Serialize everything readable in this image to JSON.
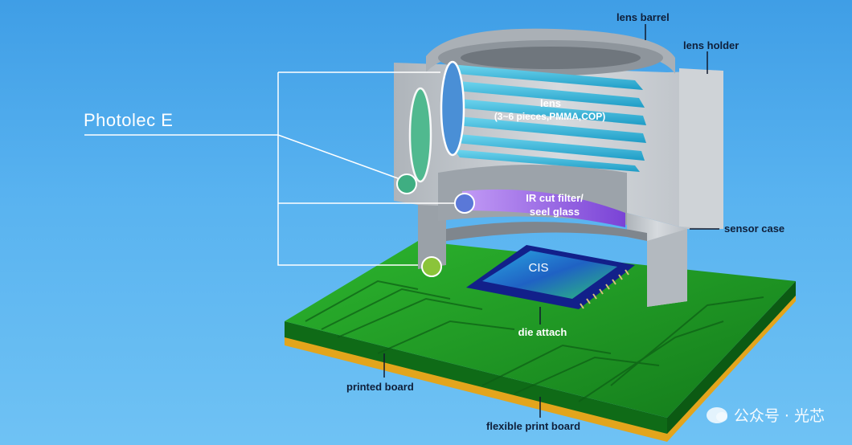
{
  "brand": "Photolec E",
  "labels": {
    "lens_barrel": "lens barrel",
    "lens_holder": "lens holder",
    "lens_title": "lens",
    "lens_detail": "(3~6 pieces,PMMA,COP)",
    "ir_filter_line1": "IR cut filter/",
    "ir_filter_line2": "seel glass",
    "sensor_case": "sensor case",
    "cis": "CIS",
    "die_attach": "die attach",
    "printed_board": "printed board",
    "flexible_print_board": "flexible print board"
  },
  "watermark": "公众号 · 光芯",
  "colors": {
    "background": "#4aa8ec",
    "housing": "#c9cdd2",
    "lens": "#3bb7d9",
    "ir_filter": "#9b6fe0",
    "pcb": "#1e9a28",
    "flex_board": "#e0a020",
    "cis": "#1a7fd0"
  }
}
